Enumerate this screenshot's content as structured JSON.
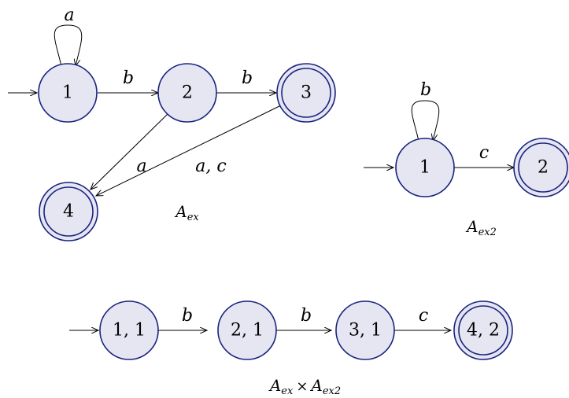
{
  "automaton_ex": {
    "states": [
      "1",
      "2",
      "3",
      "4"
    ],
    "edges": {
      "loop_1": "a",
      "e_1_2": "b",
      "e_2_3": "b",
      "e_2_4": "a",
      "e_3_4": "a, c"
    },
    "caption_base": "A",
    "caption_sub": "ex"
  },
  "automaton_ex2": {
    "states": [
      "1",
      "2"
    ],
    "edges": {
      "loop_1": "b",
      "e_1_2": "c"
    },
    "caption_base": "A",
    "caption_sub": "ex2"
  },
  "product": {
    "states": [
      "1, 1",
      "2, 1",
      "3, 1",
      "4, 2"
    ],
    "edges": [
      "b",
      "b",
      "c"
    ],
    "caption_left_base": "A",
    "caption_left_sub": "ex",
    "caption_op": "×",
    "caption_right_base": "A",
    "caption_right_sub": "ex2"
  }
}
